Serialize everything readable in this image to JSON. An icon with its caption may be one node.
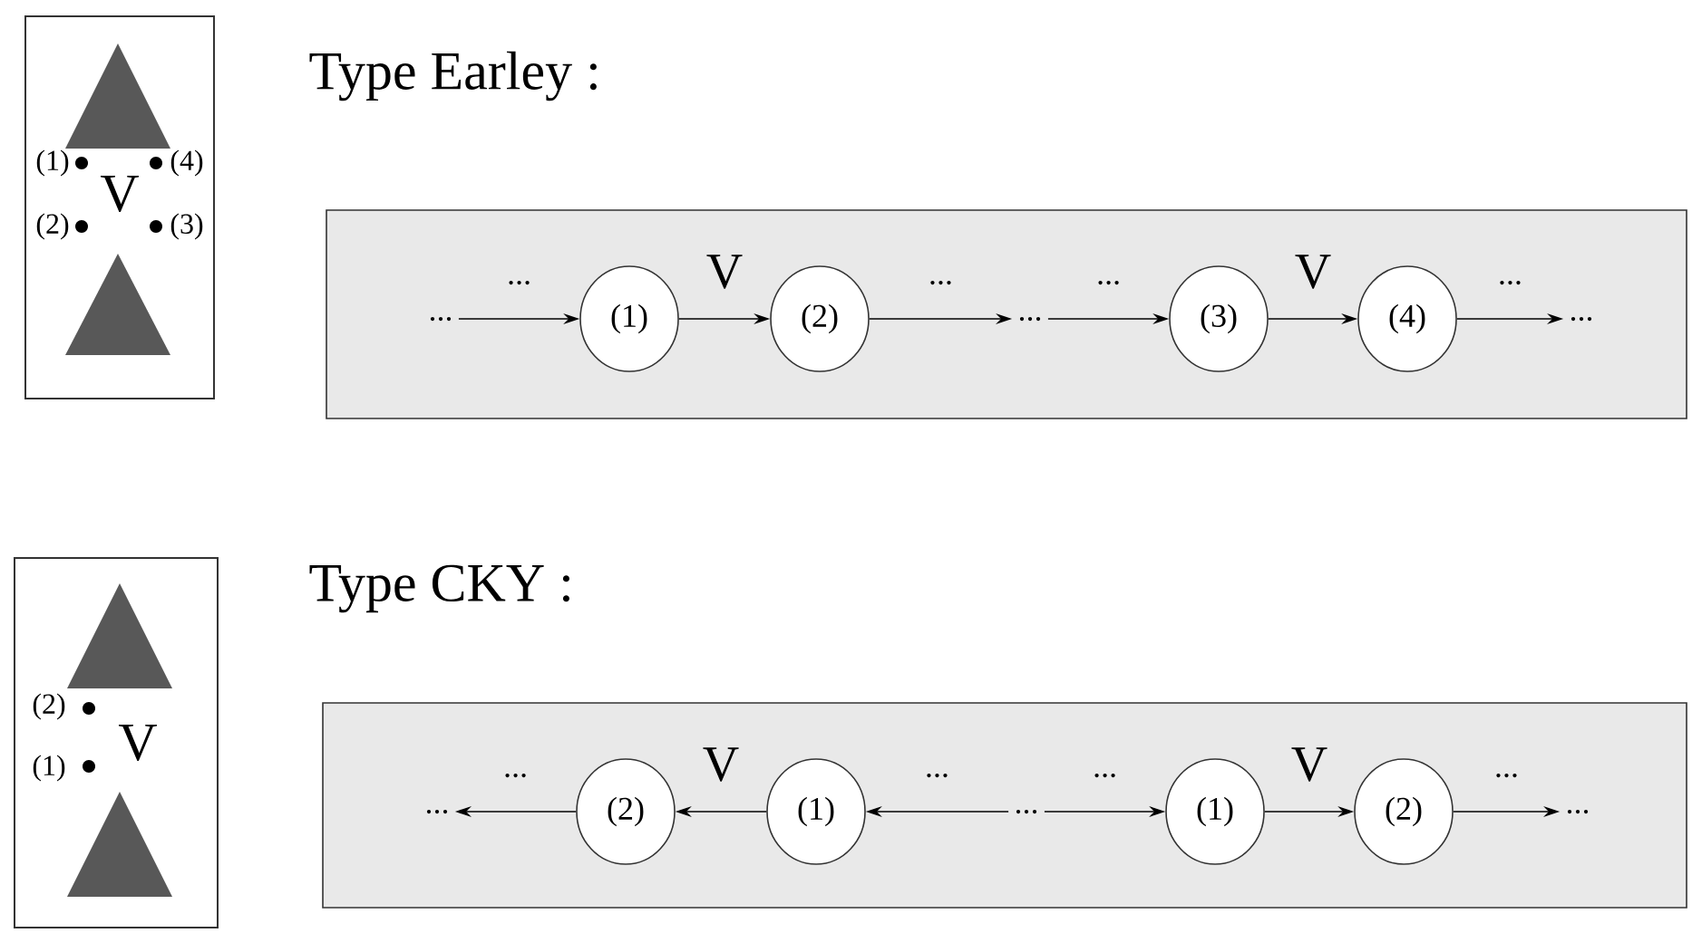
{
  "diagram": {
    "nodes": [
      {
        "text": [
          "(1)",
          "(4)",
          "V",
          "(2)",
          "(3)"
        ]
      },
      {
        "text": [
          "Type Earley :"
        ]
      },
      {
        "text": [
          "..."
        ],
        "in": 1
      },
      {
        "text": [
          "(1)"
        ],
        "in": 1
      },
      {
        "text": [
          "(2)"
        ],
        "in": 1
      },
      {
        "text": [
          "..."
        ],
        "in": 1
      },
      {
        "text": [
          "(3)"
        ],
        "in": 1
      },
      {
        "text": [
          "(4)"
        ],
        "in": 1
      },
      {
        "text": [
          "..."
        ],
        "in": 1
      },
      {
        "text": [
          "(2)",
          "V",
          "(1)"
        ]
      },
      {
        "text": [
          "Type CKY :"
        ]
      },
      {
        "text": [
          "..."
        ],
        "in": 10
      },
      {
        "text": [
          "(2)"
        ],
        "in": 10
      },
      {
        "text": [
          "(1)"
        ],
        "in": 10
      },
      {
        "text": [
          "..."
        ],
        "in": 10
      },
      {
        "text": [
          "(1)"
        ],
        "in": 10
      },
      {
        "text": [
          "(2)"
        ],
        "in": 10
      },
      {
        "text": [
          "..."
        ],
        "in": 10
      }
    ],
    "edges": [
      {
        "from": 2,
        "to": 3,
        "arrow": "to",
        "label": "..."
      },
      {
        "from": 3,
        "to": 4,
        "arrow": "to",
        "label": "V"
      },
      {
        "from": 4,
        "to": 5,
        "arrow": "to",
        "label": "..."
      },
      {
        "from": 5,
        "to": 6,
        "arrow": "to",
        "label": "..."
      },
      {
        "from": 6,
        "to": 7,
        "arrow": "to",
        "label": "V"
      },
      {
        "from": 7,
        "to": 8,
        "arrow": "to",
        "label": "..."
      },
      {
        "from": 12,
        "to": 11,
        "arrow": "to",
        "label": "..."
      },
      {
        "from": 13,
        "to": 12,
        "arrow": "to",
        "label": "V"
      },
      {
        "from": 14,
        "to": 13,
        "arrow": "to",
        "label": "..."
      },
      {
        "from": 14,
        "to": 15,
        "arrow": "to",
        "label": "..."
      },
      {
        "from": 15,
        "to": 16,
        "arrow": "to",
        "label": "V"
      },
      {
        "from": 16,
        "to": 17,
        "arrow": "to",
        "label": "..."
      }
    ]
  }
}
